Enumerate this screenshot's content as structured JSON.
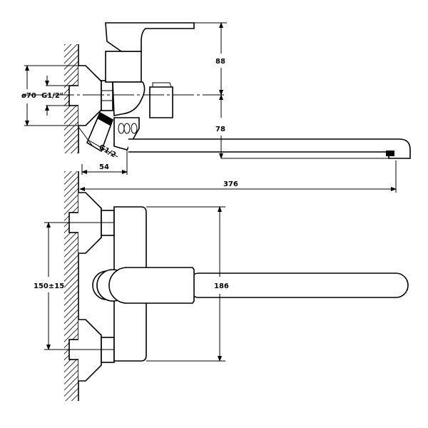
{
  "title": "Wall-mounted bath mixer dimension drawing",
  "dimensions": {
    "handle_height": "88",
    "spout_drop": "78",
    "flange_diameter": "ø70",
    "inlet_thread": "G1/2\"",
    "outlet_thread": "G1/2",
    "wall_offset": "54",
    "spout_reach": "376",
    "inlet_centers": "150±15",
    "body_height": "186"
  },
  "colors": {
    "line": "#000000",
    "background": "#ffffff"
  }
}
